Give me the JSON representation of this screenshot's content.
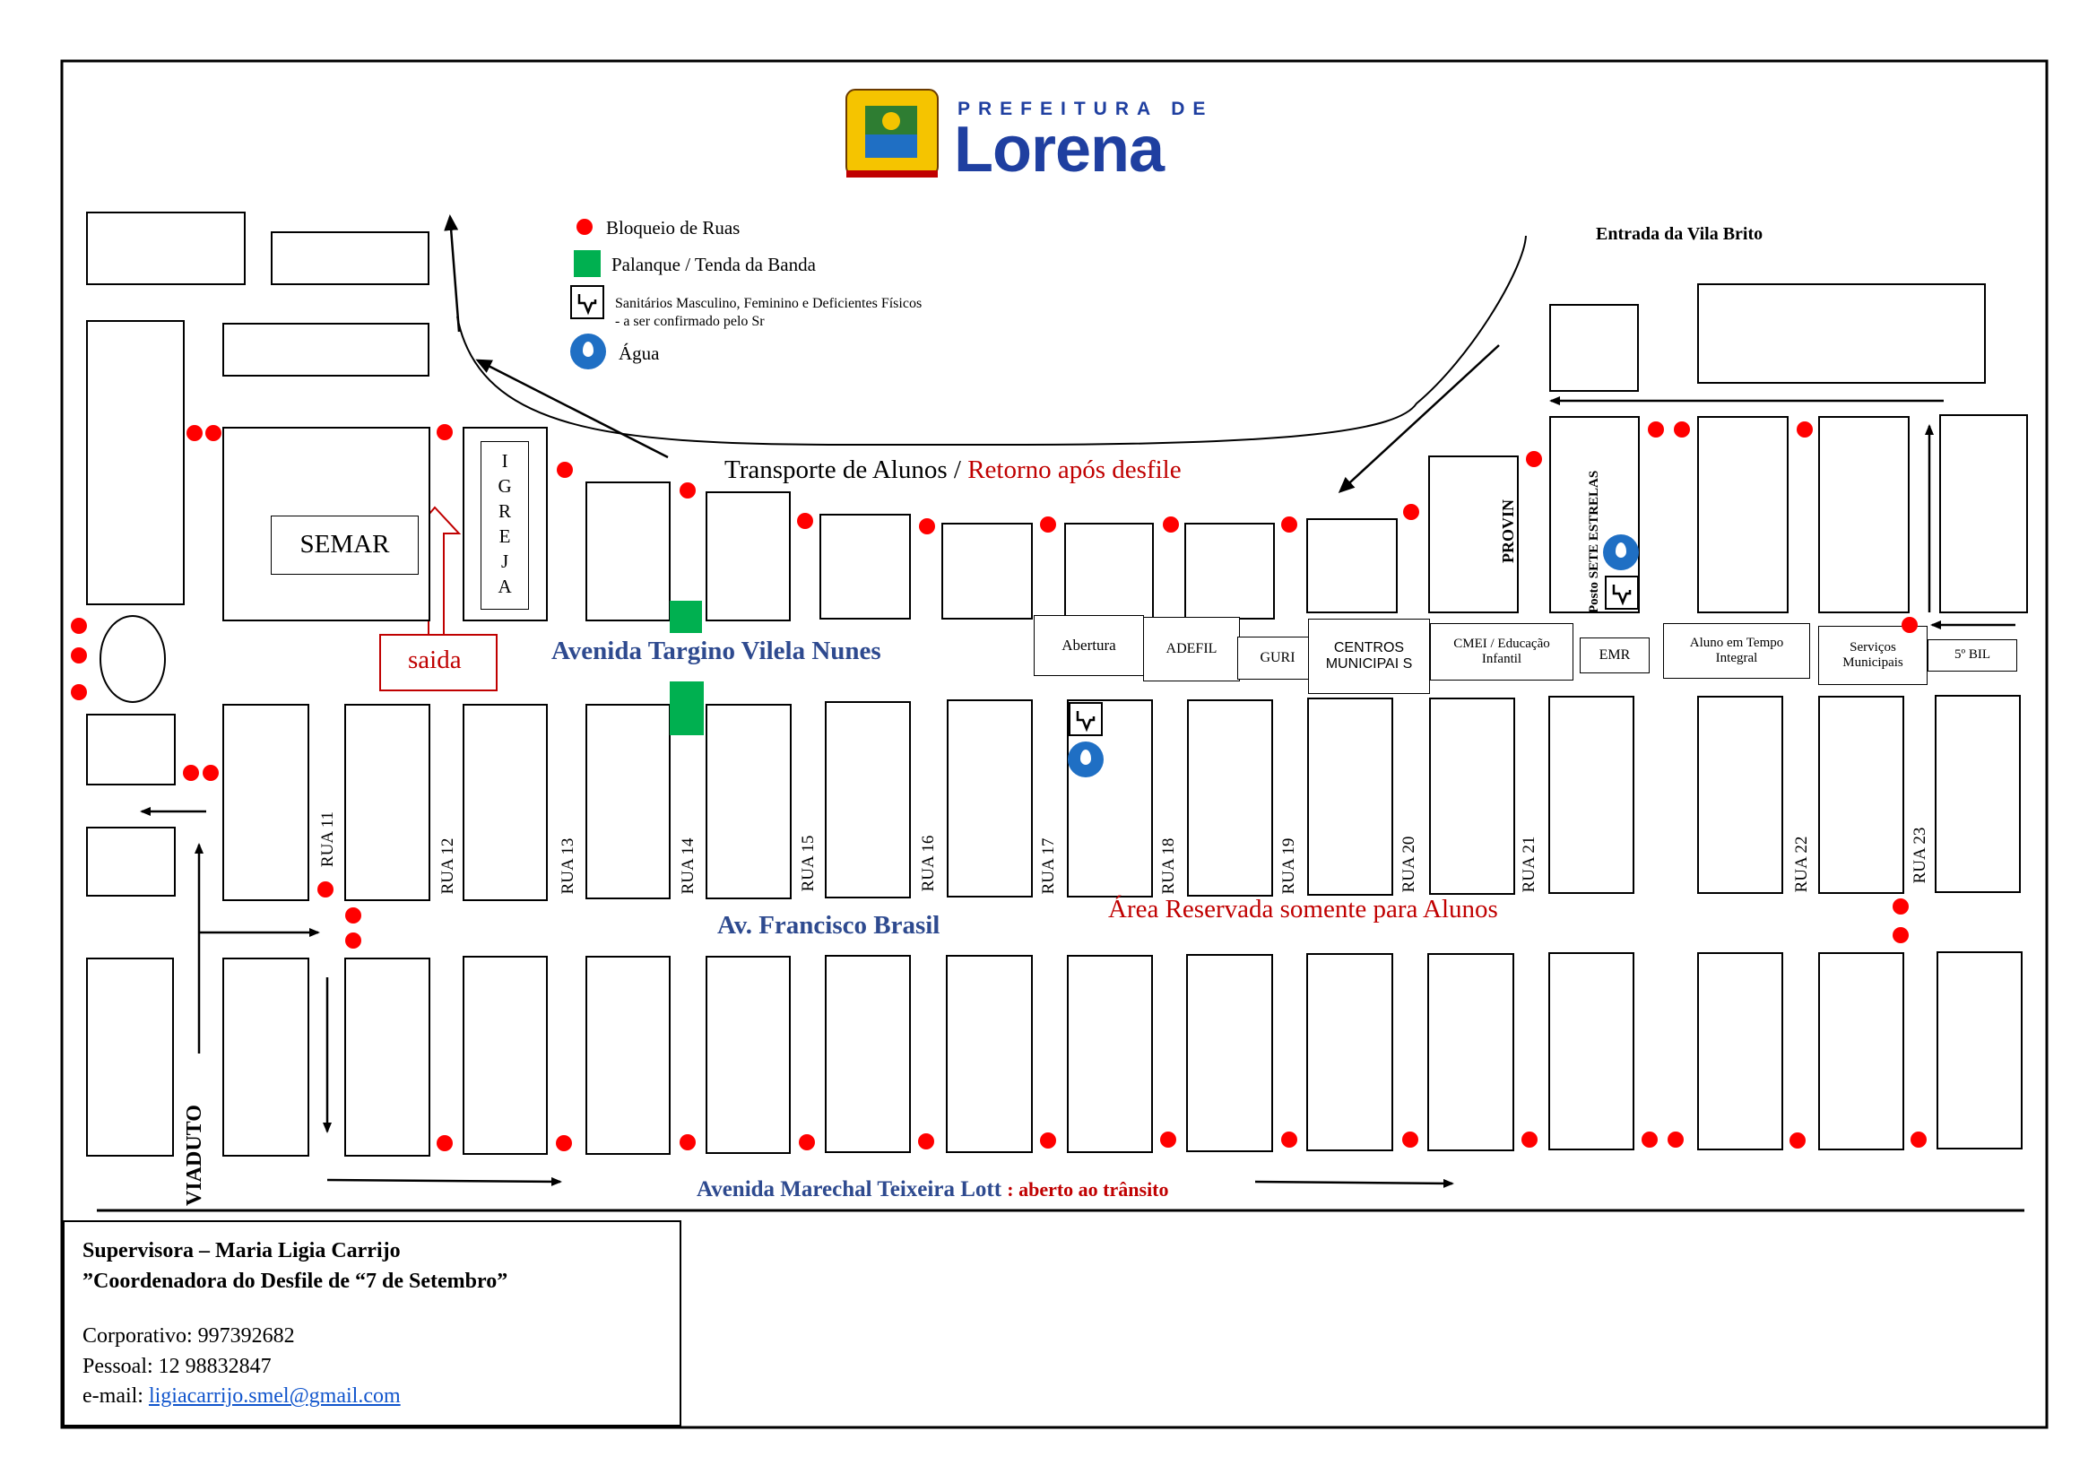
{
  "logo": {
    "line1": "PREFEITURA DE",
    "line2": "Lorena",
    "brand_color": "#1f3fa0"
  },
  "legend": {
    "items": [
      {
        "icon": "red-dot-icon",
        "label": "Bloqueio de Ruas"
      },
      {
        "icon": "green-square-icon",
        "label": "Palanque / Tenda da Banda"
      },
      {
        "icon": "toilet-icon",
        "label": "Sanitários Masculino, Feminino e Deficientes Físicos",
        "label2": "- a ser confirmado pelo Sr"
      },
      {
        "icon": "water-drop-icon",
        "label": "Água"
      }
    ]
  },
  "labels": {
    "entrada": "Entrada da Vila Brito",
    "transporte": "Transporte de Alunos /",
    "retorno": "Retorno após desfile",
    "semar": "SEMAR",
    "igreja": "IGREJA",
    "saida": "saida",
    "av_targino": "Avenida Targino Vilela Nunes",
    "av_francisco": "Av. Francisco Brasil",
    "area_reservada": "Área Reservada somente para Alunos",
    "av_marechal": "Avenida Marechal Teixeira Lott",
    "aberto": ": aberto ao  trânsito",
    "viaduto": "VIADUTO",
    "provin": "PROVIN",
    "posto": "Posto SETE ESTRELAS"
  },
  "buildings": {
    "abertura": "Abertura",
    "adefil": "ADEFIL",
    "guri": "GURI",
    "centros": "CENTROS MUNICIPAI S",
    "cmei": "CMEI / Educação Infantil",
    "emr": "EMR",
    "aluno": "Aluno em Tempo Integral",
    "servicos": "Serviços Municipais",
    "bil": "5º BIL"
  },
  "streets": [
    "RUA 11",
    "RUA 12",
    "RUA 13",
    "RUA 14",
    "RUA 15",
    "RUA 16",
    "RUA 17",
    "RUA 18",
    "RUA 19",
    "RUA 20",
    "RUA 21",
    "RUA 22",
    "RUA 23"
  ],
  "contact": {
    "supervisor": "Supervisora – Maria Ligia Carrijo",
    "role": "”Coordenadora do  Desfile de “7 de Setembro”",
    "corporativo": "Corporativo: 997392682",
    "pessoal": "Pessoal: 12 98832847",
    "email_label": "e-mail:",
    "email": "ligiacarrijo.smel@gmail.com"
  },
  "colors": {
    "block_red": "#ff0000",
    "stage_green": "#00b050",
    "water_blue": "#1f6fc4",
    "avenue_blue": "#2e4a8f",
    "accent_red": "#c00000"
  }
}
